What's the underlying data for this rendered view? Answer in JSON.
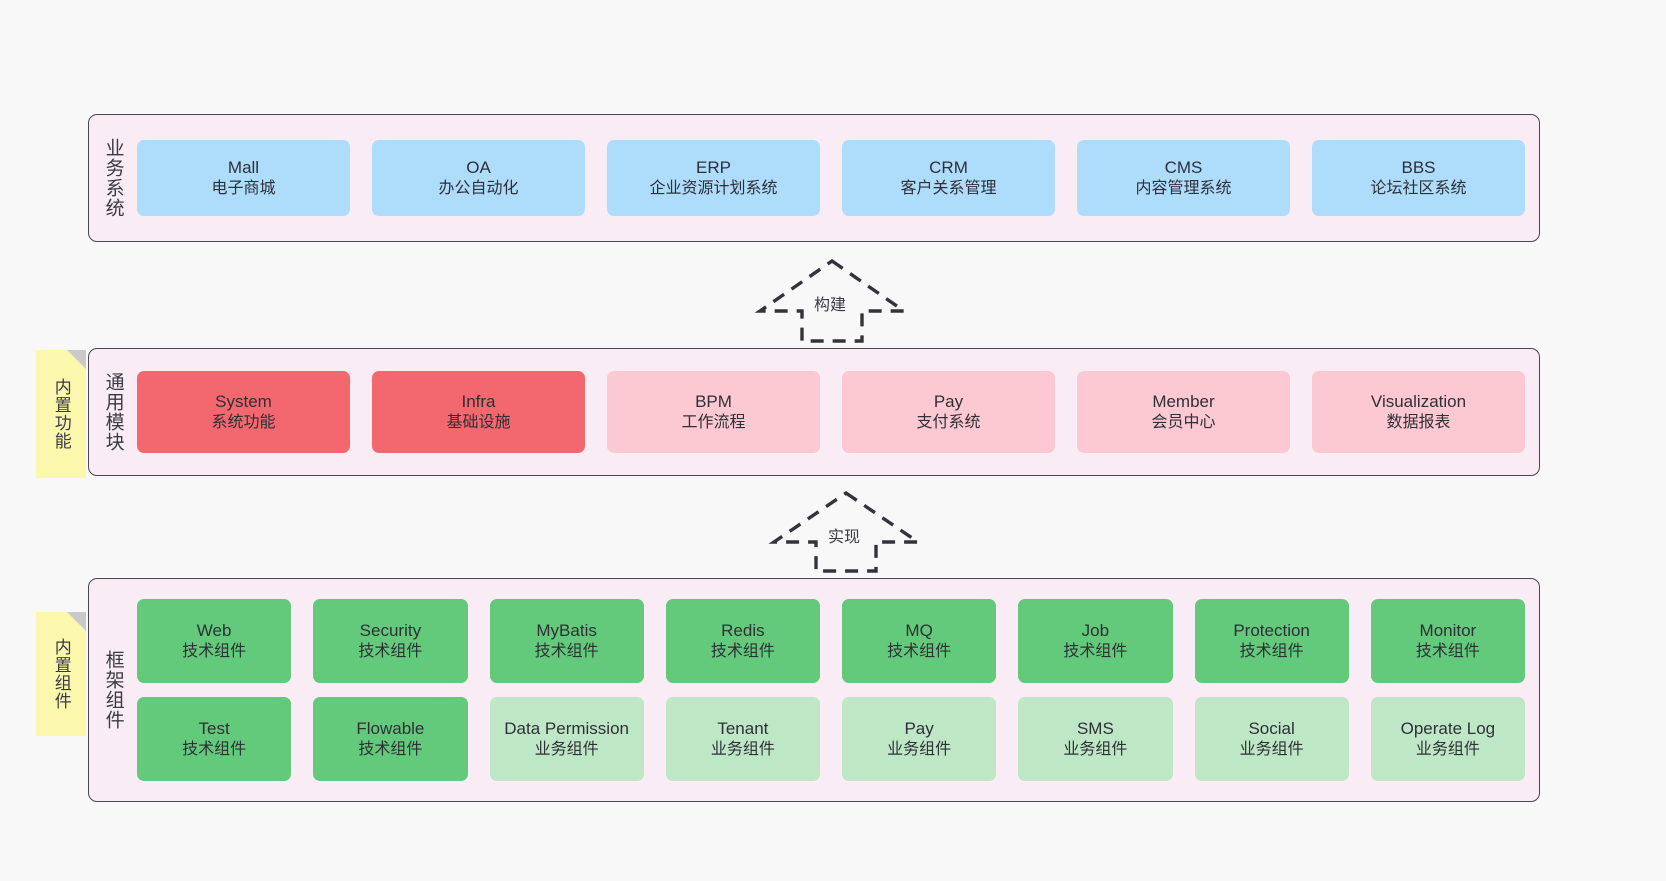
{
  "page": {
    "background": "#f8f8f8",
    "section_background": "#f9ecf5",
    "section_border": "#4a4550"
  },
  "colors": {
    "business": "#aedcfb",
    "module_core": "#f2686e",
    "module_extra": "#fcc9d2",
    "component_tech": "#63c97b",
    "component_biz": "#bee7c5",
    "sticky": "#fbf8ae"
  },
  "sections": {
    "business": {
      "label": "业务系统",
      "cards": [
        {
          "en": "Mall",
          "cn": "电子商城",
          "fill": "blue"
        },
        {
          "en": "OA",
          "cn": "办公自动化",
          "fill": "blue"
        },
        {
          "en": "ERP",
          "cn": "企业资源计划系统",
          "fill": "blue"
        },
        {
          "en": "CRM",
          "cn": "客户关系管理",
          "fill": "blue"
        },
        {
          "en": "CMS",
          "cn": "内容管理系统",
          "fill": "blue"
        },
        {
          "en": "BBS",
          "cn": "论坛社区系统",
          "fill": "blue"
        }
      ]
    },
    "common": {
      "label": "通用模块",
      "sticky": "内置功能",
      "cards": [
        {
          "en": "System",
          "cn": "系统功能",
          "fill": "red"
        },
        {
          "en": "Infra",
          "cn": "基础设施",
          "fill": "red"
        },
        {
          "en": "BPM",
          "cn": "工作流程",
          "fill": "pink"
        },
        {
          "en": "Pay",
          "cn": "支付系统",
          "fill": "pink"
        },
        {
          "en": "Member",
          "cn": "会员中心",
          "fill": "pink"
        },
        {
          "en": "Visualization",
          "cn": "数据报表",
          "fill": "pink"
        }
      ]
    },
    "framework": {
      "label": "框架组件",
      "sticky": "内置组件",
      "row_tech": [
        {
          "en": "Web",
          "cn": "技术组件",
          "fill": "green"
        },
        {
          "en": "Security",
          "cn": "技术组件",
          "fill": "green"
        },
        {
          "en": "MyBatis",
          "cn": "技术组件",
          "fill": "green"
        },
        {
          "en": "Redis",
          "cn": "技术组件",
          "fill": "green"
        },
        {
          "en": "MQ",
          "cn": "技术组件",
          "fill": "green"
        },
        {
          "en": "Job",
          "cn": "技术组件",
          "fill": "green"
        },
        {
          "en": "Protection",
          "cn": "技术组件",
          "fill": "green"
        },
        {
          "en": "Monitor",
          "cn": "技术组件",
          "fill": "green"
        }
      ],
      "row_biz": [
        {
          "en": "Test",
          "cn": "技术组件",
          "fill": "green"
        },
        {
          "en": "Flowable",
          "cn": "技术组件",
          "fill": "green"
        },
        {
          "en": "Data Permission",
          "cn": "业务组件",
          "fill": "lgreen"
        },
        {
          "en": "Tenant",
          "cn": "业务组件",
          "fill": "lgreen"
        },
        {
          "en": "Pay",
          "cn": "业务组件",
          "fill": "lgreen"
        },
        {
          "en": "SMS",
          "cn": "业务组件",
          "fill": "lgreen"
        },
        {
          "en": "Social",
          "cn": "业务组件",
          "fill": "lgreen"
        },
        {
          "en": "Operate Log",
          "cn": "业务组件",
          "fill": "lgreen"
        }
      ]
    }
  },
  "connectors": [
    {
      "name": "build-arrow",
      "label": "构建",
      "direction": "up",
      "style": "dashed-block-arrow"
    },
    {
      "name": "implement-arrow",
      "label": "实现",
      "direction": "up",
      "style": "dashed-block-arrow"
    }
  ]
}
